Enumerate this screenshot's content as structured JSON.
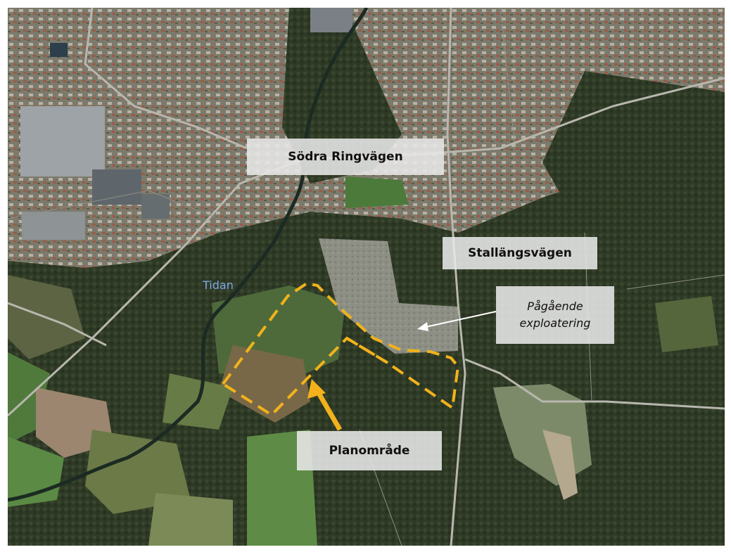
{
  "map": {
    "labels": {
      "road_south": "Södra Ringvägen",
      "road_east": "Stallängsvägen",
      "ongoing_line1": "Pågående",
      "ongoing_line2": "exploatering",
      "plan_area": "Planområde",
      "river": "Tidan"
    },
    "colors": {
      "plan_outline": "#f2b21b",
      "arrow_plan": "#f2b21b",
      "arrow_ongoing": "#ffffff",
      "river_label": "#7fa9e6"
    }
  }
}
